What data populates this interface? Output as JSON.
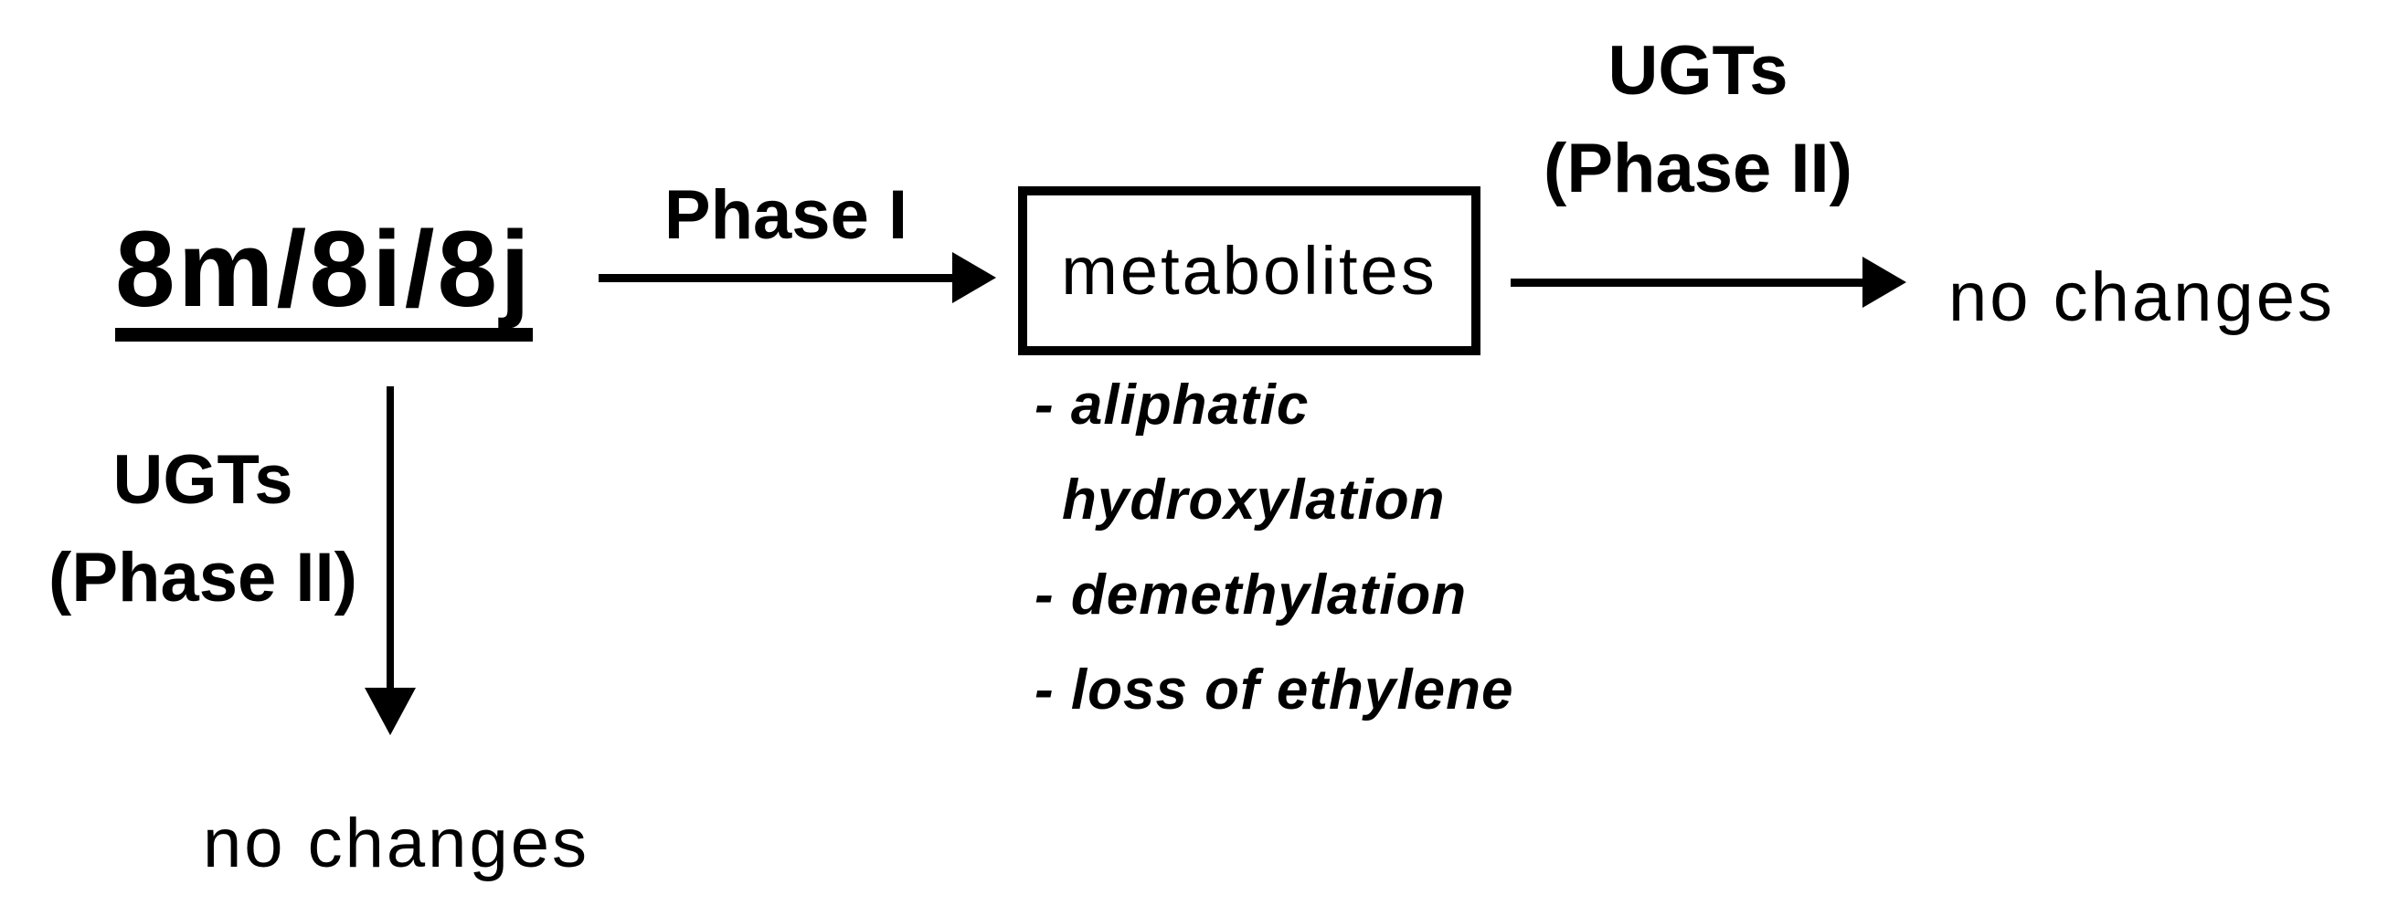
{
  "figure": {
    "compound_label": "8m/8i/8j",
    "phase1": {
      "arrow_label": "Phase I",
      "box_label": "metabolites",
      "metabolite_lines": [
        {
          "text": "- aliphatic"
        },
        {
          "text": "hydroxylation"
        },
        {
          "text": "- demethylation"
        },
        {
          "text": "- loss of ethylene"
        }
      ]
    },
    "phase2_right": {
      "label_line1": "UGTs",
      "label_line2": "(Phase II)",
      "result": "no changes"
    },
    "phase2_down": {
      "label_line1": "UGTs",
      "label_line2": "(Phase II)",
      "result": "no changes"
    },
    "colors": {
      "ink": "#000000",
      "background": "#ffffff"
    }
  }
}
